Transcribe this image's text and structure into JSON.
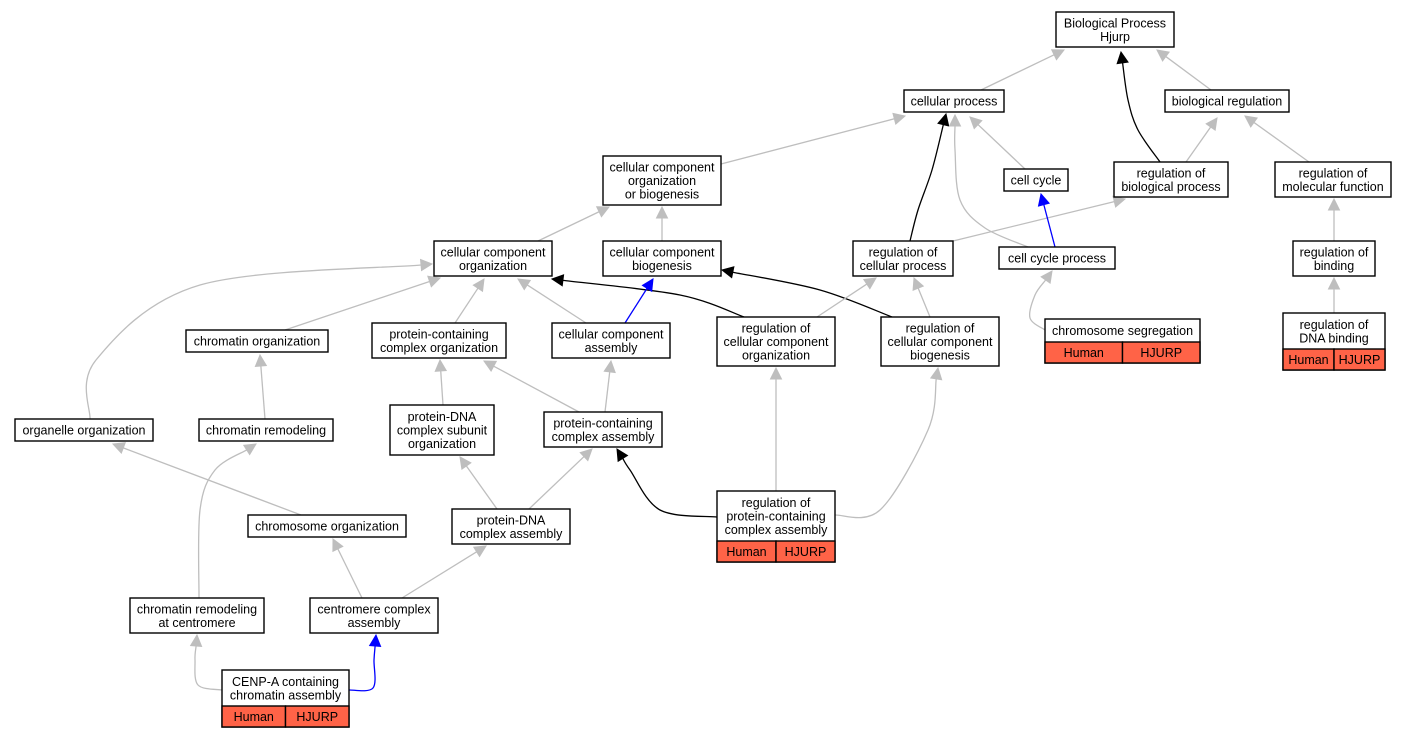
{
  "nodes": {
    "bp": {
      "lines": [
        "Biological Process",
        "Hjurp"
      ]
    },
    "cp": {
      "lines": [
        "cellular process"
      ]
    },
    "breg": {
      "lines": [
        "biological regulation"
      ]
    },
    "ccob": {
      "lines": [
        "cellular component",
        "organization",
        "or biogenesis"
      ]
    },
    "cc": {
      "lines": [
        "cell cycle"
      ]
    },
    "rbp": {
      "lines": [
        "regulation of",
        "biological process"
      ]
    },
    "rmf": {
      "lines": [
        "regulation of",
        "molecular function"
      ]
    },
    "cco": {
      "lines": [
        "cellular component",
        "organization"
      ]
    },
    "ccb": {
      "lines": [
        "cellular component",
        "biogenesis"
      ]
    },
    "rcp": {
      "lines": [
        "regulation of",
        "cellular process"
      ]
    },
    "ccp": {
      "lines": [
        "cell cycle process"
      ]
    },
    "rb": {
      "lines": [
        "regulation of",
        "binding"
      ]
    },
    "chro": {
      "lines": [
        "chromatin organization"
      ]
    },
    "pcco": {
      "lines": [
        "protein-containing",
        "complex organization"
      ]
    },
    "cca": {
      "lines": [
        "cellular component",
        "assembly"
      ]
    },
    "rcco": {
      "lines": [
        "regulation of",
        "cellular component",
        "organization"
      ]
    },
    "rccb": {
      "lines": [
        "regulation of",
        "cellular component",
        "biogenesis"
      ]
    },
    "cs": {
      "lines": [
        "chromosome segregation"
      ],
      "tags": [
        "Human",
        "HJURP"
      ]
    },
    "rdb": {
      "lines": [
        "regulation of",
        "DNA binding"
      ],
      "tags": [
        "Human",
        "HJURP"
      ]
    },
    "oo": {
      "lines": [
        "organelle organization"
      ]
    },
    "cr": {
      "lines": [
        "chromatin remodeling"
      ]
    },
    "pdcso": {
      "lines": [
        "protein-DNA",
        "complex subunit",
        "organization"
      ]
    },
    "pcca": {
      "lines": [
        "protein-containing",
        "complex assembly"
      ]
    },
    "chrso": {
      "lines": [
        "chromosome organization"
      ]
    },
    "pdca": {
      "lines": [
        "protein-DNA",
        "complex assembly"
      ]
    },
    "rpcca": {
      "lines": [
        "regulation of",
        "protein-containing",
        "complex assembly"
      ],
      "tags": [
        "Human",
        "HJURP"
      ]
    },
    "crac": {
      "lines": [
        "chromatin remodeling",
        "at centromere"
      ]
    },
    "cca2": {
      "lines": [
        "centromere complex",
        "assembly"
      ]
    },
    "cenpa": {
      "lines": [
        "CENP-A containing",
        "chromatin assembly"
      ],
      "tags": [
        "Human",
        "HJURP"
      ]
    }
  },
  "edges": [
    {
      "from": "cp",
      "to": "bp",
      "kind": "is_a"
    },
    {
      "from": "breg",
      "to": "bp",
      "kind": "is_a"
    },
    {
      "from": "rbp",
      "to": "bp",
      "kind": "regulates"
    },
    {
      "from": "ccob",
      "to": "cp",
      "kind": "is_a"
    },
    {
      "from": "cc",
      "to": "cp",
      "kind": "is_a"
    },
    {
      "from": "rcp",
      "to": "cp",
      "kind": "regulates"
    },
    {
      "from": "ccp",
      "to": "cp",
      "kind": "is_a"
    },
    {
      "from": "rbp",
      "to": "breg",
      "kind": "is_a"
    },
    {
      "from": "rmf",
      "to": "breg",
      "kind": "is_a"
    },
    {
      "from": "cco",
      "to": "ccob",
      "kind": "is_a"
    },
    {
      "from": "ccb",
      "to": "ccob",
      "kind": "is_a"
    },
    {
      "from": "rcp",
      "to": "rbp",
      "kind": "is_a"
    },
    {
      "from": "ccp",
      "to": "cc",
      "kind": "part_of"
    },
    {
      "from": "rb",
      "to": "rmf",
      "kind": "is_a"
    },
    {
      "from": "oo",
      "to": "cco",
      "kind": "is_a"
    },
    {
      "from": "chro",
      "to": "cco",
      "kind": "is_a"
    },
    {
      "from": "pcco",
      "to": "cco",
      "kind": "is_a"
    },
    {
      "from": "cca",
      "to": "cco",
      "kind": "is_a"
    },
    {
      "from": "rcco",
      "to": "cco",
      "kind": "regulates"
    },
    {
      "from": "cca",
      "to": "ccb",
      "kind": "part_of"
    },
    {
      "from": "rccb",
      "to": "ccb",
      "kind": "regulates"
    },
    {
      "from": "rcco",
      "to": "rcp",
      "kind": "is_a"
    },
    {
      "from": "rccb",
      "to": "rcp",
      "kind": "is_a"
    },
    {
      "from": "cs",
      "to": "ccp",
      "kind": "is_a"
    },
    {
      "from": "rdb",
      "to": "rb",
      "kind": "is_a"
    },
    {
      "from": "cr",
      "to": "chro",
      "kind": "is_a"
    },
    {
      "from": "pdcso",
      "to": "pcco",
      "kind": "is_a"
    },
    {
      "from": "pcca",
      "to": "pcco",
      "kind": "is_a"
    },
    {
      "from": "pcca",
      "to": "cca",
      "kind": "is_a"
    },
    {
      "from": "rpcca",
      "to": "rcco",
      "kind": "is_a"
    },
    {
      "from": "rpcca",
      "to": "rccb",
      "kind": "is_a"
    },
    {
      "from": "chrso",
      "to": "oo",
      "kind": "is_a"
    },
    {
      "from": "crac",
      "to": "cr",
      "kind": "is_a"
    },
    {
      "from": "pdca",
      "to": "pdcso",
      "kind": "is_a"
    },
    {
      "from": "pdca",
      "to": "pcca",
      "kind": "is_a"
    },
    {
      "from": "rpcca",
      "to": "pcca",
      "kind": "regulates"
    },
    {
      "from": "cca2",
      "to": "chrso",
      "kind": "is_a"
    },
    {
      "from": "cca2",
      "to": "pdca",
      "kind": "is_a"
    },
    {
      "from": "cenpa",
      "to": "crac",
      "kind": "is_a"
    },
    {
      "from": "cenpa",
      "to": "cca2",
      "kind": "part_of"
    }
  ],
  "edge_colors": {
    "is_a": "#bebebe",
    "part_of": "#0000ff",
    "regulates": "#000000"
  },
  "tag_color": "#ff6347"
}
